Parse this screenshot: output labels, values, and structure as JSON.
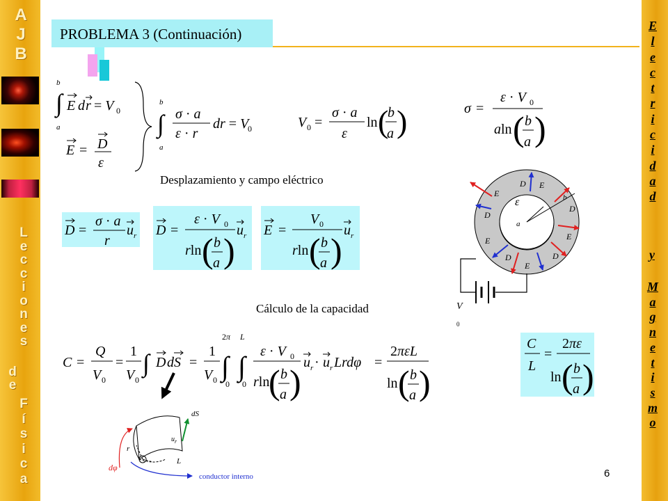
{
  "sidebar_left": {
    "ajb": [
      "A",
      "J",
      "B"
    ],
    "lecciones": [
      "L",
      "e",
      "c",
      "c",
      "i",
      "o",
      "n",
      "e",
      "s"
    ],
    "de": [
      "d",
      "e"
    ],
    "fisica": [
      "F",
      "í",
      "s",
      "i",
      "c",
      "a"
    ]
  },
  "sidebar_right": {
    "electricidad": [
      "E",
      "l",
      "e",
      "c",
      "t",
      "r",
      "i",
      "c",
      "i",
      "d",
      "a",
      "d"
    ],
    "y": "y",
    "magnetismo": [
      "M",
      "a",
      "g",
      "n",
      "e",
      "t",
      "i",
      "s",
      "m",
      "o"
    ]
  },
  "title": "PROBLEMA 3 (Continuación)",
  "captions": {
    "desplazamiento": "Desplazamiento y campo eléctrico",
    "capacidad": "Cálculo de la capacidad"
  },
  "diagram_labels": {
    "voltage": "V",
    "voltage_sub": "0",
    "epsilon": "ε",
    "a": "a",
    "b": "b",
    "D": "D",
    "E": "E",
    "dS": "dS",
    "ur": "u",
    "ur_sub": "r",
    "r": "r",
    "L": "L",
    "dphi": "dφ",
    "inner_conductor": "conductor interno"
  },
  "page_number": "6",
  "colors": {
    "title_bg": "#a8f0f6",
    "eq_box_bg": "#bdf6fb",
    "accent": "#f2b21c",
    "field_red": "#e02020",
    "field_blue": "#2030d0",
    "dielectric": "#c8c8c8"
  }
}
